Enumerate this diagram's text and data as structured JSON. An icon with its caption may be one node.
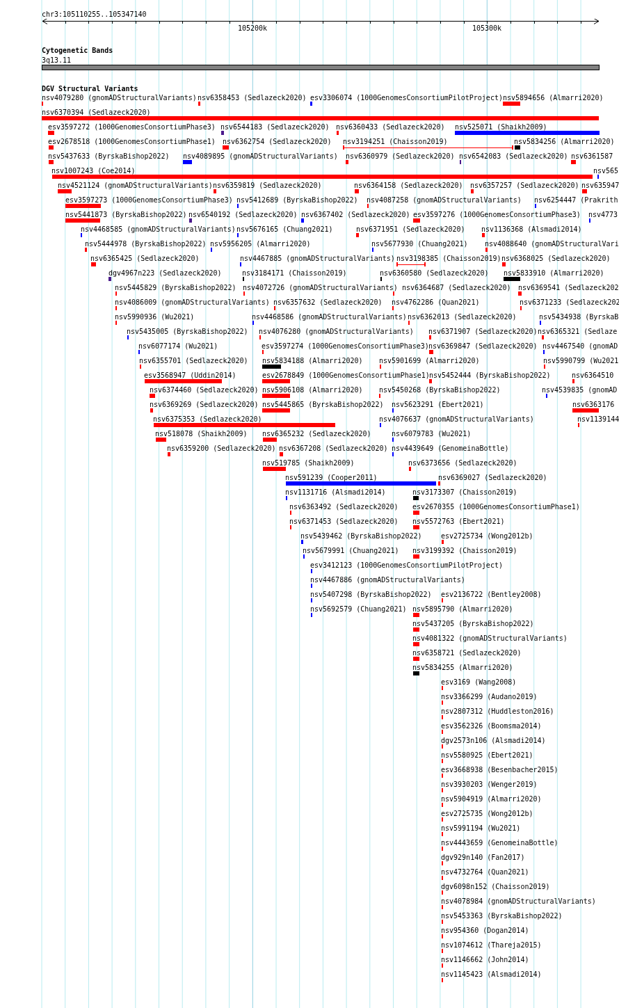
{
  "diagram": {
    "labels": [
      "chr3:105110255..105347140",
      "105200k",
      "105300k",
      "Cytogenetic Bands",
      "3q13.11",
      "DGV Structural Variants",
      "nsv4079280 (gnomADStructuralVariants)",
      "nsv6358453 (Sedlazeck2020)",
      "esv3306074 (1000GenomesConsortiumPilotProject)",
      "nsv5894656 (Almarri2020)",
      "nsv6370394 (Sedlazeck2020)",
      "esv3597272 (1000GenomesConsortiumPhase3)",
      "nsv6544183 (Sedlazeck2020)",
      "nsv6360433 (Sedlazeck2020)",
      "nsv525071 (Shaikh2009)",
      "esv2678518 (1000GenomesConsortiumPhase1)",
      "nsv6362754 (Sedlazeck2020)",
      "nsv3194251 (Chaisson2019)",
      "nsv5834256 (Almarri2020)",
      "nsv5437633 (ByrskaBishop2022)",
      "nsv4089895 (gnomADStructuralVariants)",
      "nsv6360979 (Sedlazeck2020)",
      "nsv6542083 (Sedlazeck2020)",
      "nsv6361587",
      "nsv1007243 (Coe2014)",
      "nsv565",
      "nsv4521124 (gnomADStructuralVariants)",
      "nsv6359819 (Sedlazeck2020)",
      "nsv6364158 (Sedlazeck2020)",
      "nsv6357257 (Sedlazeck2020)",
      "nsv635947",
      "esv3597273 (1000GenomesConsortiumPhase3)",
      "nsv5412689 (ByrskaBishop2022)",
      "nsv4087258 (gnomADStructuralVariants)",
      "nsv6254447 (Prakrith",
      "nsv5441873 (ByrskaBishop2022)",
      "nsv6540192 (Sedlazeck2020)",
      "nsv6367402 (Sedlazeck2020)",
      "esv3597276 (1000GenomesConsortiumPhase3)",
      "nsv4773",
      "nsv4468585 (gnomADStructuralVariants)",
      "nsv5676165 (Chuang2021)",
      "nsv6371951 (Sedlazeck2020)",
      "nsv1136368 (Alsmadi2014)",
      "nsv5444978 (ByrskaBishop2022)",
      "nsv5956205 (Almarri2020)",
      "nsv5677930 (Chuang2021)",
      "nsv4088640 (gnomADStructuralVari",
      "nsv6365425 (Sedlazeck2020)",
      "nsv4467885 (gnomADStructuralVariants)",
      "nsv3198385 (Chaisson2019)",
      "nsv6368025 (Sedlazeck2020)",
      "dgv4967n223 (Sedlazeck2020)",
      "nsv3184171 (Chaisson2019)",
      "nsv6360580 (Sedlazeck2020)",
      "nsv5833910 (Almarri2020)",
      "nsv5445829 (ByrskaBishop2022)",
      "nsv4072726 (gnomADStructuralVariants)",
      "nsv6364687 (Sedlazeck2020)",
      "nsv6369541 (Sedlazeck202",
      "nsv4086009 (gnomADStructuralVariants)",
      "nsv6357632 (Sedlazeck2020)",
      "nsv4762286 (Quan2021)",
      "nsv6371233 (Sedlazeck202",
      "nsv5990936 (Wu2021)",
      "nsv4468586 (gnomADStructuralVariants)",
      "nsv6362013 (Sedlazeck2020)",
      "nsv5434938 (ByrskaB",
      "nsv5435005 (ByrskaBishop2022)",
      "nsv4076280 (gnomADStructuralVariants)",
      "nsv6371907 (Sedlazeck2020)",
      "nsv6365321 (Sedlaze",
      "nsv6077174 (Wu2021)",
      "esv3597274 (1000GenomesConsortiumPhase3)",
      "nsv6369847 (Sedlazeck2020)",
      "nsv4467540 (gnomAD",
      "nsv6355701 (Sedlazeck2020)",
      "nsv5834188 (Almarri2020)",
      "nsv5901699 (Almarri2020)",
      "nsv5990799 (Wu2021",
      "esv3568947 (Uddin2014)",
      "esv2678849 (1000GenomesConsortiumPhase1)",
      "nsv5452444 (ByrskaBishop2022)",
      "nsv6364510",
      "nsv6374460 (Sedlazeck2020)",
      "nsv5906108 (Almarri2020)",
      "nsv5450268 (ByrskaBishop2022)",
      "nsv4539835 (gnomAD",
      "nsv6369269 (Sedlazeck2020)",
      "nsv5445865 (ByrskaBishop2022)",
      "nsv5623291 (Ebert2021)",
      "nsv6363176",
      "nsv6375353 (Sedlazeck2020)",
      "nsv4076637 (gnomADStructuralVariants)",
      "nsv1139144",
      "nsv518078 (Shaikh2009)",
      "nsv6365232 (Sedlazeck2020)",
      "nsv6079783 (Wu2021)",
      "nsv6359200 (Sedlazeck2020)",
      "nsv6367208 (Sedlazeck2020)",
      "nsv4439649 (GenomeinaBottle)",
      "nsv519785 (Shaikh2009)",
      "nsv6373656 (Sedlazeck2020)",
      "nsv591239 (Cooper2011)",
      "nsv6369027 (Sedlazeck2020)",
      "nsv1131716 (Alsmadi2014)",
      "nsv3173307 (Chaisson2019)",
      "nsv6363492 (Sedlazeck2020)",
      "esv2670355 (1000GenomesConsortiumPhase1)",
      "nsv6371453 (Sedlazeck2020)",
      "nsv5572763 (Ebert2021)",
      "nsv5439462 (ByrskaBishop2022)",
      "esv2725734 (Wong2012b)",
      "nsv5679991 (Chuang2021)",
      "nsv3199392 (Chaisson2019)",
      "esv3412123 (1000GenomesConsortiumPilotProject)",
      "nsv4467886 (gnomADStructuralVariants)",
      "nsv5407298 (ByrskaBishop2022)",
      "esv2136722 (Bentley2008)",
      "nsv5692579 (Chuang2021)",
      "nsv5895790 (Almarri2020)",
      "nsv5437205 (ByrskaBishop2022)",
      "nsv4081322 (gnomADStructuralVariants)",
      "nsv6358721 (Sedlazeck2020)",
      "nsv5834255 (Almarri2020)",
      "esv3169 (Wang2008)",
      "nsv3366299 (Audano2019)",
      "nsv2807312 (Huddleston2016)",
      "esv3562326 (Boomsma2014)",
      "dgv2573n106 (Alsmadi2014)",
      "nsv5580925 (Ebert2021)",
      "esv3668938 (Besenbacher2015)",
      "nsv3930203 (Wenger2019)",
      "nsv5904919 (Almarri2020)",
      "esv2725735 (Wong2012b)",
      "nsv5991194 (Wu2021)",
      "nsv4443659 (GenomeinaBottle)",
      "dgv929n140 (Fan2017)",
      "nsv4732764 (Quan2021)",
      "dgv6098n152 (Chaisson2019)",
      "nsv4078984 (gnomADStructuralVariants)",
      "nsv5453363 (ByrskaBishop2022)",
      "nsv954360 (Dogan2014)",
      "nsv1074612 (Thareja2015)",
      "nsv1146662 (John2014)",
      "nsv1145423 (Alsmadi2014)"
    ]
  }
}
